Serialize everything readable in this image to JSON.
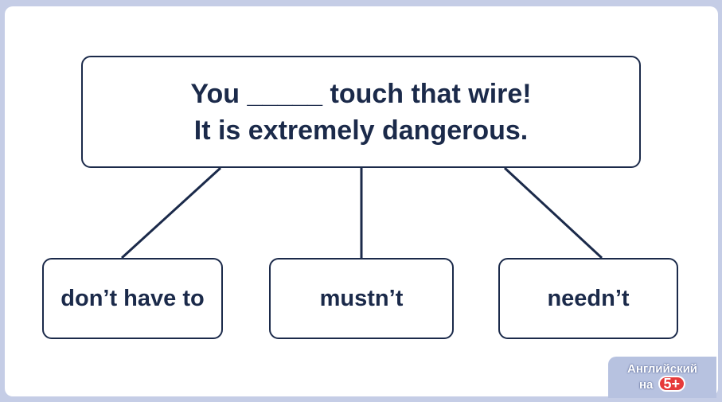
{
  "question": {
    "line1": "You _____ touch that wire!",
    "line2": "It is extremely dangerous."
  },
  "options": [
    "don’t have to",
    "mustn’t",
    "needn’t"
  ],
  "badge": {
    "line1": "Английский",
    "line2": "на",
    "five": "5+"
  },
  "colors": {
    "ink": "#1b2a4a",
    "background": "#c5cde6",
    "badge_accent": "#e63a3a"
  }
}
